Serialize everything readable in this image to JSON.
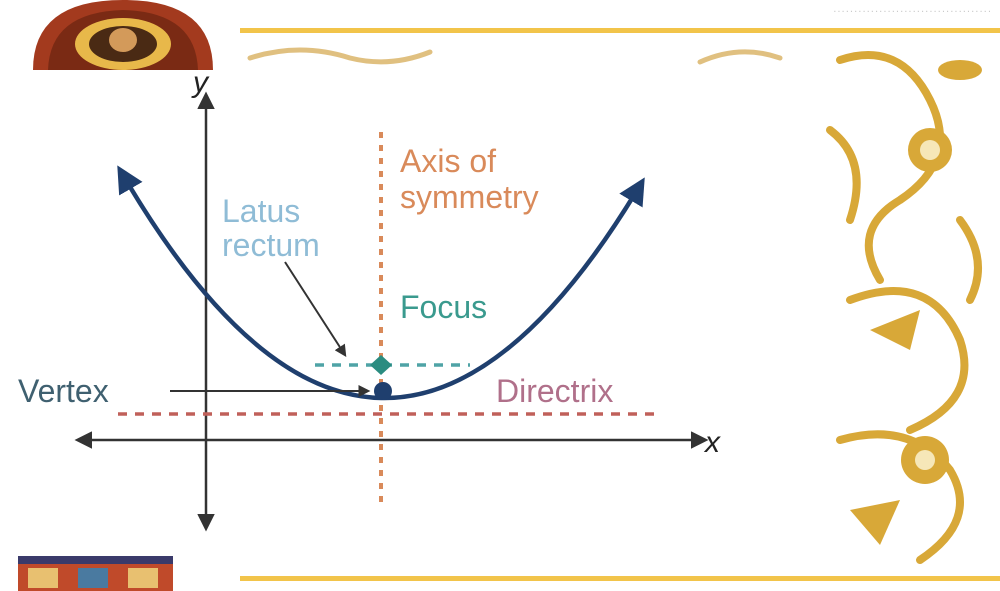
{
  "diagram": {
    "axis_x_label": "x",
    "axis_y_label": "y",
    "axis_of_symmetry_label": [
      "Axis of",
      "symmetry"
    ],
    "latus_rectum_label": [
      "Latus",
      "rectum"
    ],
    "focus_label": "Focus",
    "vertex_label": "Vertex",
    "directrix_label": "Directrix"
  },
  "colors": {
    "parabola": "#1f3f6e",
    "axis": "#333333",
    "symmetry_axis": "#d98a5a",
    "directrix": "#c0605a",
    "latus_rectum": "#4fa3a6",
    "focus": "#2a8c80",
    "vertex": "#1f3f6e",
    "text_symmetry": "#d98a5a",
    "text_latus": "#8fbcd6",
    "text_focus": "#3a9a8e",
    "text_vertex": "#3f6070",
    "text_directrix": "#b0708a",
    "gold": "#d8a838",
    "gold_bar": "#f2c44a"
  },
  "decor": {
    "top_left_badge": "painted-medallion",
    "bottom_left_badge": "painted-tile",
    "right_border": "gold-floral-border"
  }
}
